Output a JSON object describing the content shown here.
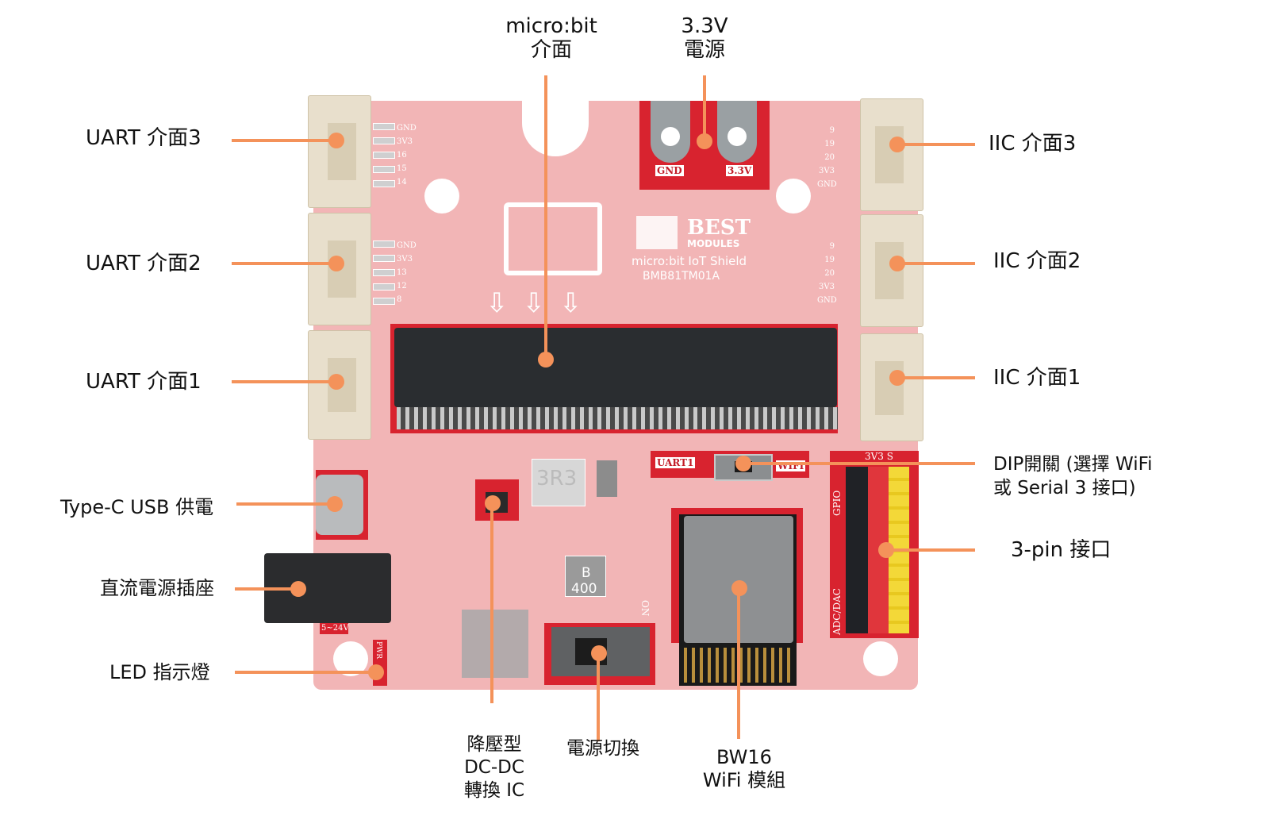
{
  "title": "micro:bit IoT Shield BMB81TM01A component diagram",
  "board": {
    "brand": "BEST",
    "brand_sub": "MODULES",
    "product_name": "micro:bit IoT Shield",
    "model": "BMB81TM01A",
    "colors": {
      "board": "#f2b5b6",
      "pad": "#d8232f",
      "callout": "#f4925a"
    }
  },
  "callouts": {
    "microbit": {
      "line1": "micro:bit",
      "line2": "介面"
    },
    "power33": {
      "line1": "3.3V",
      "line2": "電源"
    },
    "uart3": "UART 介面3",
    "uart2": "UART 介面2",
    "uart1": "UART 介面1",
    "iic3": "IIC 介面3",
    "iic2": "IIC 介面2",
    "iic1": "IIC 介面1",
    "typec": "Type-C USB 供電",
    "dcjack": "直流電源插座",
    "led": "LED 指示燈",
    "dip": {
      "line1": "DIP開關 (選擇 WiFi",
      "line2": "或 Serial 3 接口)"
    },
    "pin3": "3-pin 接口",
    "buck": {
      "line1": "降壓型",
      "line2": "DC-DC",
      "line3": "轉換 IC"
    },
    "pwrswitch": "電源切換",
    "bw16": {
      "line1": "BW16",
      "line2": "WiFi 模組"
    }
  },
  "silkscreen": {
    "gnd": "GND",
    "v33": "3.3V",
    "uart3_pins": [
      "GND",
      "3V3",
      "16",
      "15",
      "14"
    ],
    "uart2_pins": [
      "GND",
      "3V3",
      "13",
      "12",
      "8"
    ],
    "iic_pins": [
      "9",
      "19",
      "20",
      "3V3",
      "GND"
    ],
    "uart1_tag": "UART1",
    "wifi_tag": "WIFI",
    "inductor": "3R3",
    "fuse": {
      "line1": "B",
      "line2": "400"
    },
    "dc_range": "5~24V",
    "pwr": "PWR",
    "on": "ON",
    "header_top": "3V3 S",
    "gpio": "GPIO",
    "adc_dac": "ADC/DAC"
  }
}
